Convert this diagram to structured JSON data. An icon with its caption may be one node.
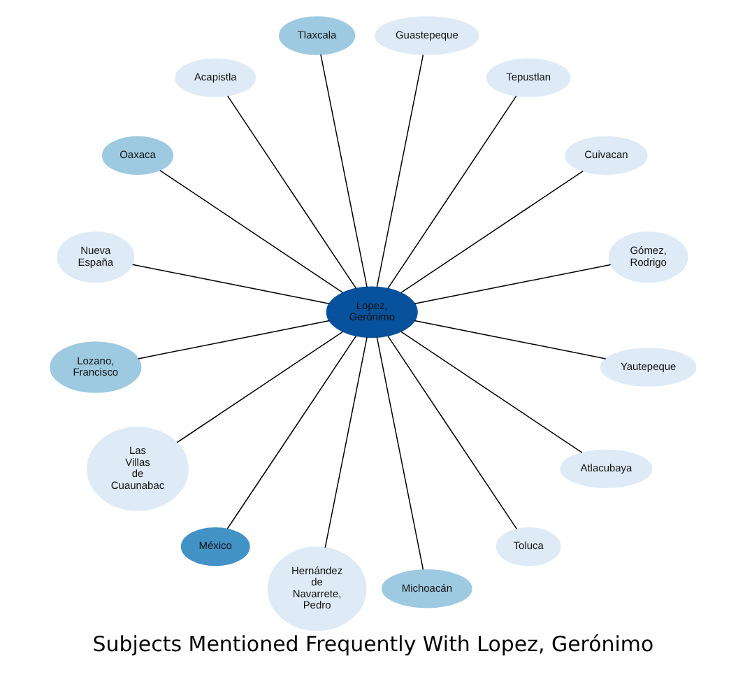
{
  "diagram": {
    "title": "Subjects Mentioned Frequently With Lopez, Gerónimo",
    "nodes": [
      {
        "text": [
          "Gómez, Rodrigo"
        ]
      },
      {
        "text": [
          "Cuivacan"
        ]
      },
      {
        "text": [
          "Tepustlan"
        ]
      },
      {
        "text": [
          "Guastepeque"
        ]
      },
      {
        "text": [
          "Tlaxcala"
        ]
      },
      {
        "text": [
          "Acapistla"
        ]
      },
      {
        "text": [
          "Oaxaca"
        ]
      },
      {
        "text": [
          "Nueva España"
        ]
      },
      {
        "text": [
          "Lopez, Gerónimo"
        ]
      },
      {
        "text": [
          "Lozano, Francisco"
        ]
      },
      {
        "text": [
          "Las Villas de Cuaunabac"
        ]
      },
      {
        "text": [
          "México"
        ]
      },
      {
        "text": [
          "Hernández de Navarrete, Pedro"
        ]
      },
      {
        "text": [
          "Michoacán"
        ]
      },
      {
        "text": [
          "Toluca"
        ]
      },
      {
        "text": [
          "Atlacubaya"
        ]
      },
      {
        "text": [
          "Yautepeque"
        ]
      }
    ],
    "edges": [
      {
        "from": 8,
        "to": 0,
        "arrow": "none"
      },
      {
        "from": 8,
        "to": 2,
        "arrow": "none"
      },
      {
        "from": 8,
        "to": 5,
        "arrow": "none"
      },
      {
        "from": 8,
        "to": 6,
        "arrow": "none"
      },
      {
        "from": 8,
        "to": 10,
        "arrow": "none"
      },
      {
        "from": 8,
        "to": 11,
        "arrow": "none"
      },
      {
        "from": 8,
        "to": 14,
        "arrow": "none"
      },
      {
        "from": 8,
        "to": 16,
        "arrow": "none"
      },
      {
        "from": 8,
        "to": 15,
        "arrow": "none"
      },
      {
        "from": 8,
        "to": 13,
        "arrow": "none"
      },
      {
        "from": 8,
        "to": 12,
        "arrow": "none"
      },
      {
        "from": 8,
        "to": 9,
        "arrow": "none"
      },
      {
        "from": 8,
        "to": 7,
        "arrow": "none"
      },
      {
        "from": 8,
        "to": 3,
        "arrow": "none"
      },
      {
        "from": 8,
        "to": 4,
        "arrow": "none"
      },
      {
        "from": 8,
        "to": 1,
        "arrow": "none"
      }
    ]
  }
}
